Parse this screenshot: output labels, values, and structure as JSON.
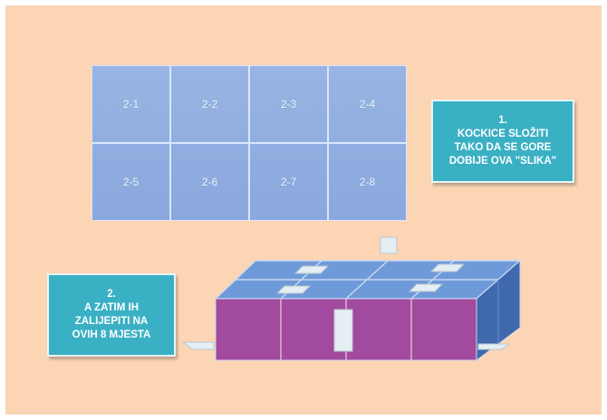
{
  "grid": {
    "cells": [
      "2-1",
      "2-2",
      "2-3",
      "2-4",
      "2-5",
      "2-6",
      "2-7",
      "2-8"
    ]
  },
  "callout1": {
    "lines": [
      "1.",
      "KOCKICE SLOŽITI",
      "TAKO DA SE GORE",
      "DOBIJE OVA \"SLIKA\""
    ]
  },
  "callout2": {
    "lines": [
      "2.",
      "A ZATIM IH",
      "ZALIJEPITI NA",
      "OVIH 8 MJESTA"
    ]
  },
  "colors": {
    "background": "#fcd5b5",
    "grid_fill": "#8fabdf",
    "callout_fill": "#3ab0c4",
    "box_front": "#a24a9e",
    "box_top": "#6f9ad9",
    "box_side": "#3f68ad",
    "tabs": "#e4eef3"
  }
}
